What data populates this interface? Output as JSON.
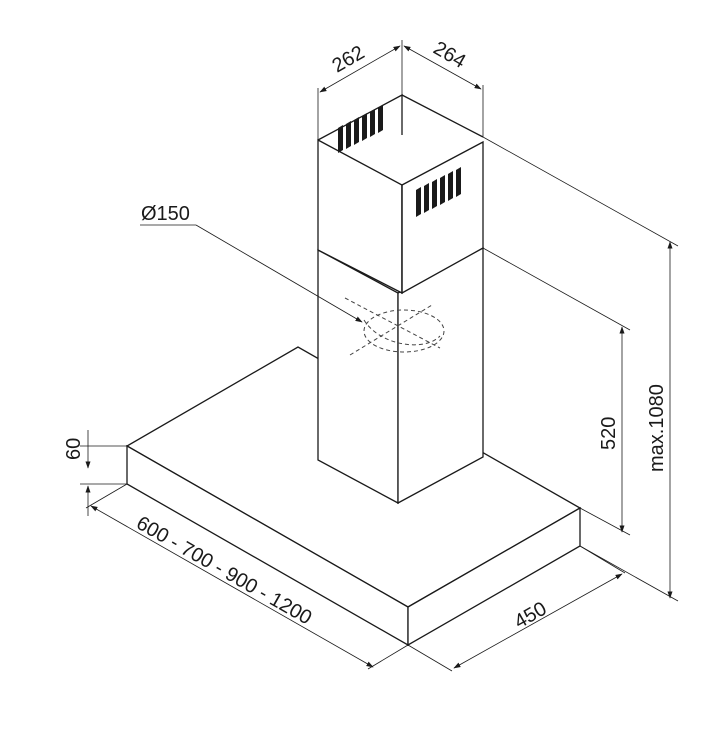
{
  "dimensions": {
    "chimney_width_left": "262",
    "chimney_width_right": "264",
    "duct_diameter": "Ø150",
    "hood_thickness": "60",
    "hood_widths": "600 - 700 - 900 - 1200",
    "hood_depth": "450",
    "lower_chimney_height": "520",
    "max_height": "max.1080"
  },
  "colors": {
    "line": "#1a1a1a",
    "background": "#ffffff"
  }
}
